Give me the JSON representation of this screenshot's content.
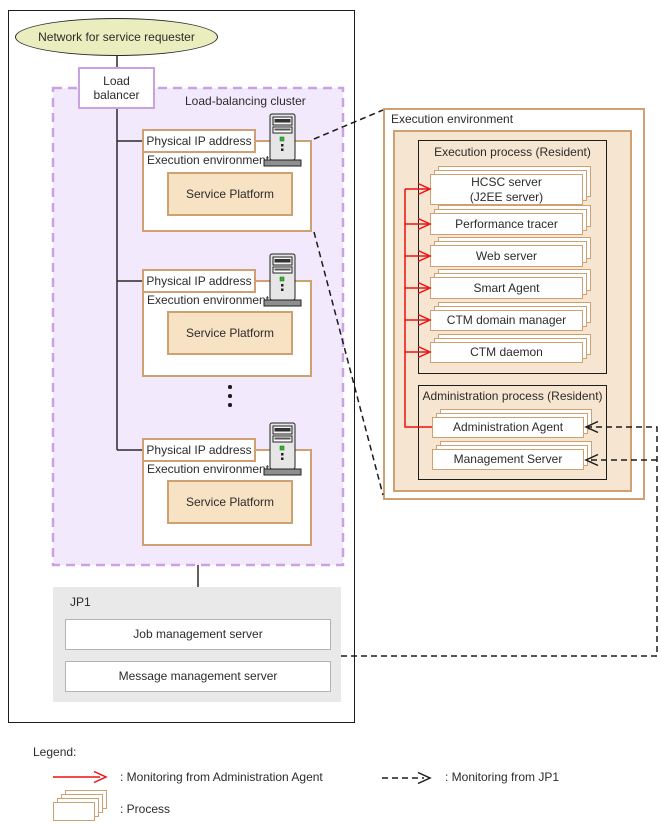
{
  "colors": {
    "purple_border": "#c9a2e2",
    "purple_fill": "#f3e9fc",
    "tan_border": "#cfa172",
    "tan_fill": "#f6e6d1",
    "service_fill": "#f8e2c4",
    "ellipse_fill": "#eaedbd",
    "gray_fill": "#e9e9e9",
    "red": "#ee1111",
    "ink": "#2b2b2b"
  },
  "network": {
    "label": "Network for service requester"
  },
  "load_balancer": {
    "label": "Load\nbalancer"
  },
  "cluster": {
    "title": "Load-balancing cluster",
    "nodes": [
      {
        "physical_ip_label": "Physical IP address",
        "env_label": "Execution environment",
        "service_platform": "Service Platform"
      },
      {
        "physical_ip_label": "Physical IP address",
        "env_label": "Execution environment",
        "service_platform": "Service Platform"
      },
      {
        "physical_ip_label": "Physical IP address",
        "env_label": "Execution environment",
        "service_platform": "Service Platform"
      }
    ]
  },
  "exec_env": {
    "title": "Execution environment",
    "exec_process": {
      "title": "Execution process (Resident)",
      "processes": [
        "HCSC server\n(J2EE server)",
        "Performance tracer",
        "Web server",
        "Smart Agent",
        "CTM domain manager",
        "CTM daemon"
      ]
    },
    "admin_process": {
      "title": "Administration process (Resident)",
      "processes": [
        "Administration Agent",
        "Management Server"
      ]
    }
  },
  "jp1": {
    "title": "JP1",
    "servers": [
      "Job management server",
      "Message management server"
    ]
  },
  "legend": {
    "title": "Legend:",
    "monitor_admin": ": Monitoring from Administration Agent",
    "monitor_jp1": ": Monitoring from JP1",
    "process": ": Process"
  },
  "icons": {
    "computer": "tower-computer-icon",
    "process_stack": "stacked-process-icon"
  }
}
